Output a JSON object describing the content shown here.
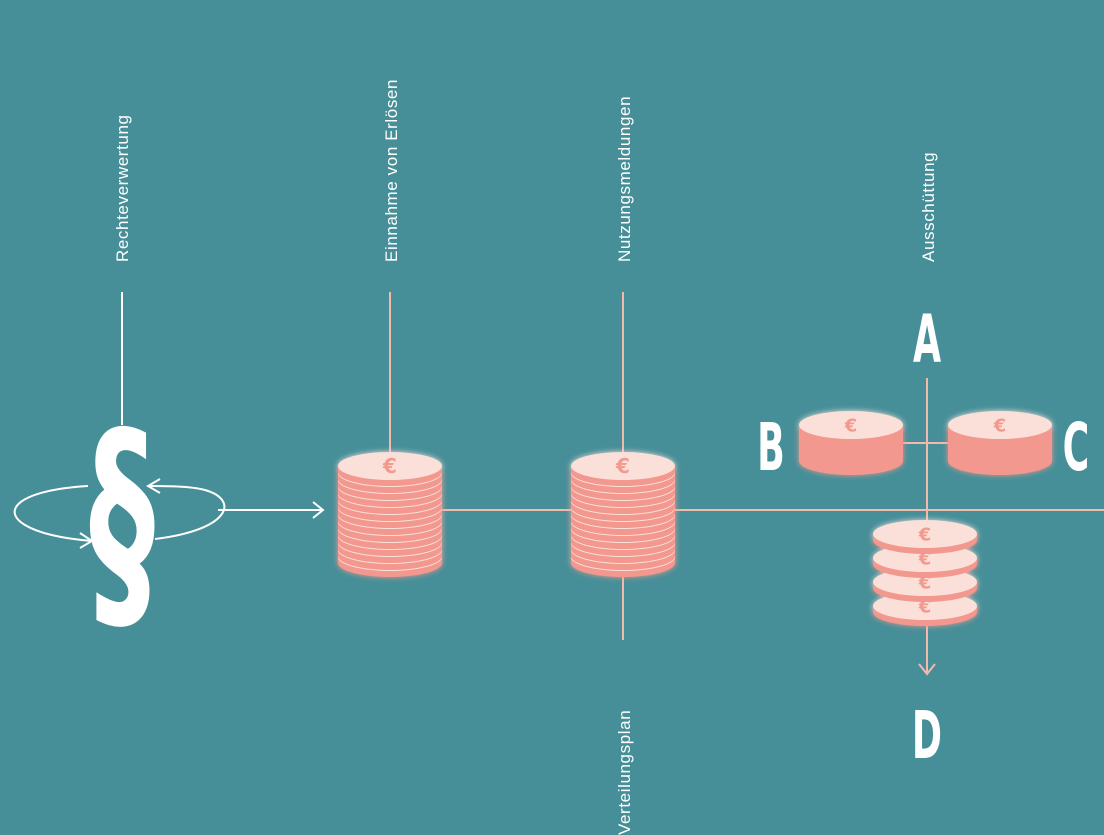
{
  "steps": {
    "rights": "Rechteverwertung",
    "income": "Einnahme von Erlösen",
    "usage": "Nutzungsmeldungen",
    "plan": "Verteilungsplan",
    "payout": "Ausschüttung"
  },
  "symbol": "§",
  "recipients": {
    "a": "A",
    "b": "B",
    "c": "C",
    "d": "D"
  },
  "currency_glyph": "€",
  "colors": {
    "background": "#468f98",
    "line": "#f4b8ad",
    "coin_top": "#fbe0da",
    "coin_edge": "#f2988e",
    "coin_glyph": "#f19a8d",
    "white": "#ffffff"
  }
}
